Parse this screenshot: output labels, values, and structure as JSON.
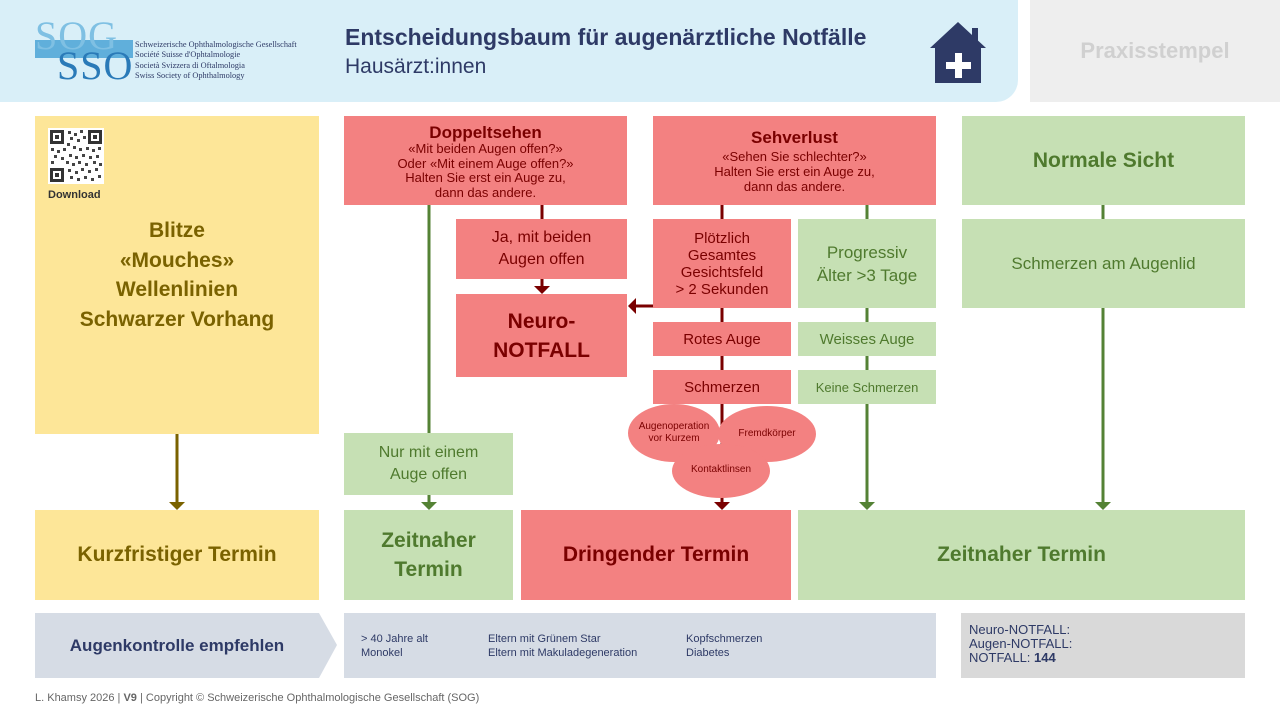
{
  "header": {
    "title": "Entscheidungsbaum für augenärztliche Notfälle",
    "subtitle": "Hausärzt:innen",
    "logo_letters_top": "SOG",
    "logo_letters_bottom": "SSO",
    "logo_lines": [
      "Schweizerische Ophthalmologische Gesellschaft",
      "Société Suisse d'Ophtalmologie",
      "Società Svizzera di Oftalmologia",
      "Swiss Society of Ophthalmology"
    ],
    "home_icon": "home-plus-icon",
    "stamp": "Praxisstempel"
  },
  "left": {
    "download": "Download",
    "symptoms": [
      "Blitze",
      "«Mouches»",
      "Wellenlinien",
      "Schwarzer Vorhang"
    ],
    "result": "Kurzfristiger Termin"
  },
  "doppelt": {
    "title": "Doppeltsehen",
    "lines": [
      "«Mit beiden Augen offen?»",
      "Oder «Mit einem Auge offen?»",
      "Halten Sie erst ein Auge zu,",
      "dann das andere."
    ],
    "beide": [
      "Ja, mit beiden",
      "Augen offen"
    ],
    "neuro": [
      "Neuro-",
      "NOTFALL"
    ],
    "einem": [
      "Nur mit einem",
      "Auge offen"
    ],
    "result": [
      "Zeitnaher",
      "Termin"
    ]
  },
  "sehverlust": {
    "title": "Sehverlust",
    "lines": [
      "«Sehen Sie schlechter?»",
      "Halten Sie erst ein Auge zu,",
      "dann das andere."
    ],
    "ploetzlich": [
      "Plötzlich",
      "Gesamtes",
      "Gesichtsfeld",
      "> 2 Sekunden"
    ],
    "rotes": "Rotes Auge",
    "schmerzen": "Schmerzen",
    "bubbles": {
      "op": [
        "Augenoperation",
        "vor Kurzem"
      ],
      "fremd": "Fremdkörper",
      "linsen": "Kontaktlinsen"
    },
    "progressiv": [
      "Progressiv",
      "Älter >3 Tage"
    ],
    "weisses": "Weisses Auge",
    "keine": "Keine Schmerzen",
    "result": "Dringender Termin"
  },
  "normal": {
    "title": "Normale Sicht",
    "lid": "Schmerzen am Augenlid",
    "result": "Zeitnaher Termin"
  },
  "bottom": {
    "augenkontrolle": "Augenkontrolle empfehlen",
    "col1": [
      "> 40 Jahre alt",
      "Monokel"
    ],
    "col2": [
      "Eltern mit Grünem Star",
      "Eltern mit Makuladegeneration"
    ],
    "col3": [
      "Kopfschmerzen",
      "Diabetes"
    ],
    "neuro_label": "Neuro-NOTFALL:",
    "augen_label": "Augen-NOTFALL:",
    "notfall_label": "NOTFALL:",
    "notfall_number": "144"
  },
  "footer": {
    "author": "L. Khamsy 2026 |",
    "version": "V9",
    "copyright": "| Copyright © Schweizerische Ophthalmologische Gesellschaft (SOG)"
  },
  "colors": {
    "yellow": "#fde698",
    "red": "#f38181",
    "green": "#c6e0b4",
    "navy": "#2e3a66"
  }
}
